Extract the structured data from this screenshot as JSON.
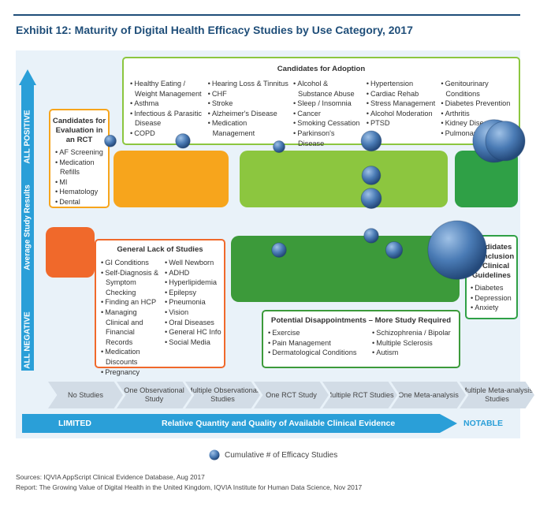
{
  "title": "Exhibit 12: Maturity of Digital Health Efficacy Studies by Use Category, 2017",
  "y_axis": {
    "label": "Average Study Results",
    "top": "ALL POSITIVE",
    "bottom": "ALL NEGATIVE"
  },
  "x_axis": {
    "label": "Relative Quantity and Quality of Available Clinical Evidence",
    "left": "LIMITED",
    "right": "NOTABLE"
  },
  "x_stages": [
    "No Studies",
    "One Observational Study",
    "Multiple Observational Studies",
    "One RCT Study",
    "Multiple RCT Studies",
    "One Meta-analysis",
    "Multiple Meta-analysis Studies"
  ],
  "callouts": {
    "adoption": {
      "heading": "Candidates for Adoption",
      "items": [
        [
          "Healthy Eating / Weight Management",
          "Asthma",
          "Infectious & Parasitic Disease",
          "COPD"
        ],
        [
          "Hearing Loss & Tinnitus",
          "CHF",
          "Stroke",
          "Alzheimer's Disease",
          "Medication Management"
        ],
        [
          "Alcohol & Substance Abuse",
          "Sleep / Insomnia",
          "Cancer",
          "Smoking Cessation",
          "Parkinson's Disease"
        ],
        [
          "Hypertension",
          "Cardiac Rehab",
          "Stress Management",
          "Alcohol Moderation",
          "PTSD"
        ],
        [
          "Genitourinary Conditions",
          "Diabetes Prevention",
          "Arthritis",
          "Kidney Disease",
          "Pulmonary Rehab"
        ]
      ]
    },
    "rct": {
      "heading": "Candidates for Evaluation in an RCT",
      "items": [
        "AF Screening",
        "Medication Refills",
        "MI",
        "Hematology",
        "Dental"
      ]
    },
    "lack": {
      "heading": "General Lack of Studies",
      "items": [
        [
          "GI Conditions",
          "Self-Diagnosis & Symptom Checking",
          "Finding an HCP",
          "Managing Clinical and Financial Records",
          "Medication Discounts",
          "Pregnancy"
        ],
        [
          "Well Newborn",
          "ADHD",
          "Hyperlipidemia",
          "Epilepsy",
          "Pneumonia",
          "Vision",
          "Oral Diseases",
          "General HC Info",
          "Social Media"
        ]
      ]
    },
    "disappoint": {
      "heading": "Potential Disappointments – More Study Required",
      "items": [
        [
          "Exercise",
          "Pain Management",
          "Dermatological Conditions"
        ],
        [
          "Schizophrenia / Bipolar",
          "Multiple Sclerosis",
          "Autism"
        ]
      ]
    },
    "guidelines": {
      "heading": "Candidates for Inclusion in Clinical Guidelines",
      "items": [
        "Diabetes",
        "Depression",
        "Anxiety"
      ]
    }
  },
  "legend": "Cumulative # of Efficacy Studies",
  "sources": [
    "Sources: IQVIA AppScript Clinical Evidence Database, Aug 2017",
    "Report: The Growing Value of Digital Health in the United Kingdom, IQVIA Institute for Human Data Science, Nov 2017"
  ],
  "colors": {
    "orange": "#f7a51c",
    "red_orange": "#f0692b",
    "light_green": "#8cc63f",
    "dark_green": "#3c9a3a",
    "green": "#2fa046",
    "blue": "#2a9fd8",
    "navy": "#1f4e79",
    "bubble": "#3d6ea8"
  },
  "chart_data": {
    "type": "scatter",
    "title": "Exhibit 12: Maturity of Digital Health Efficacy Studies by Use Category, 2017",
    "xlabel": "Relative Quantity and Quality of Available Clinical Evidence",
    "ylabel": "Average Study Results",
    "x_categories": [
      "No Studies",
      "One Observational Study",
      "Multiple Observational Studies",
      "One RCT Study",
      "Multiple RCT Studies",
      "One Meta-analysis",
      "Multiple Meta-analysis Studies"
    ],
    "y_range": [
      "ALL NEGATIVE",
      "ALL POSITIVE"
    ],
    "size_legend": "Cumulative # of Efficacy Studies",
    "bubbles": [
      {
        "x": "One Observational Study",
        "y": 0.8,
        "size": 2
      },
      {
        "x": "One Observational Study",
        "y": 0.8,
        "size": 1
      },
      {
        "x": "One RCT Study",
        "y": 0.78,
        "size": 1
      },
      {
        "x": "Multiple RCT Studies",
        "y": 0.8,
        "size": 5
      },
      {
        "x": "Multiple RCT Studies",
        "y": 0.68,
        "size": 4
      },
      {
        "x": "Multiple RCT Studies",
        "y": 0.6,
        "size": 5
      },
      {
        "x": "Multiple Meta-analysis Studies",
        "y": 0.8,
        "size": 30
      },
      {
        "x": "Multiple Meta-analysis Studies",
        "y": 0.8,
        "size": 25
      },
      {
        "x": "One RCT Study",
        "y": 0.42,
        "size": 2
      },
      {
        "x": "Multiple RCT Studies",
        "y": 0.47,
        "size": 2
      },
      {
        "x": "One Meta-analysis",
        "y": 0.42,
        "size": 3
      },
      {
        "x": "Multiple Meta-analysis Studies",
        "y": 0.42,
        "size": 60
      }
    ]
  }
}
